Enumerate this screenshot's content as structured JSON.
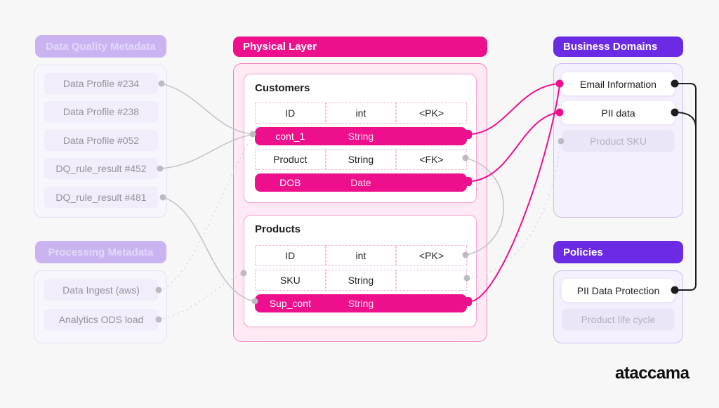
{
  "colors": {
    "magenta": "#ee0f8d",
    "purple": "#6b2ae3",
    "lavender_pill": "#c9b4f1",
    "gray_line": "#c6c3ca",
    "black_line": "#1d1d1f"
  },
  "logo": "ataccama",
  "dq": {
    "title": "Data Quality Metadata",
    "items": [
      "Data Profile #234",
      "Data Profile #238",
      "Data Profile #052",
      "DQ_rule_result #452",
      "DQ_rule_result #481"
    ]
  },
  "processing": {
    "title": "Processing Metadata",
    "items": [
      "Data Ingest (aws)",
      "Analytics ODS load"
    ]
  },
  "physical": {
    "title": "Physical Layer",
    "customers": {
      "title": "Customers",
      "rows": [
        [
          "ID",
          "int",
          "<PK>"
        ],
        [
          "cont_1",
          "String",
          ""
        ],
        [
          "Product",
          "String",
          "<FK>"
        ],
        [
          "DOB",
          "Date",
          ""
        ]
      ]
    },
    "products": {
      "title": "Products",
      "rows": [
        [
          "ID",
          "int",
          "<PK>"
        ],
        [
          "SKU",
          "String",
          ""
        ],
        [
          "Sup_cont",
          "String",
          ""
        ]
      ]
    }
  },
  "business_domains": {
    "title": "Business Domains",
    "items": [
      "Email Information",
      "PII data",
      "Product SKU"
    ]
  },
  "policies": {
    "title": "Policies",
    "items": [
      "PII Data Protection",
      "Product life cycle"
    ]
  }
}
